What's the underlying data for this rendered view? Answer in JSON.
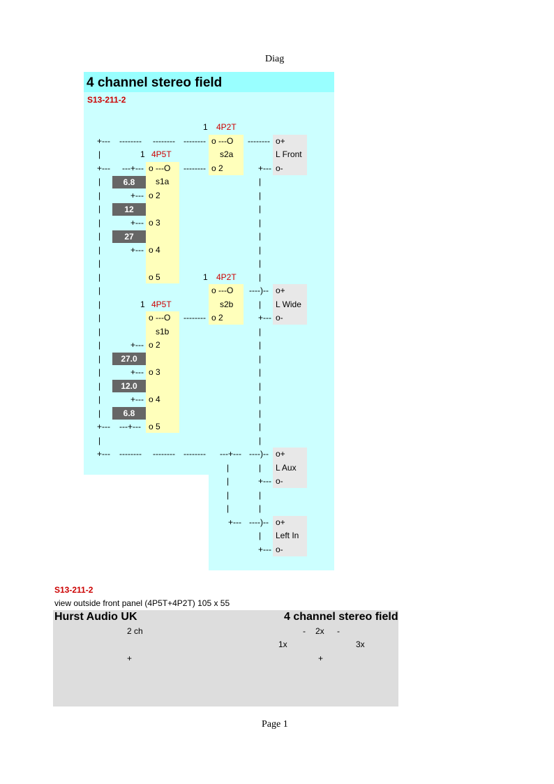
{
  "header": {
    "title": "Diag"
  },
  "diagram": {
    "title": "4 channel stereo field",
    "code": "S13-211-2",
    "switches": {
      "s2a": {
        "num": "1",
        "type": "4P2T",
        "name": "s2a",
        "pole1": "o ---O",
        "pole2": "o 2"
      },
      "s1a": {
        "num": "1",
        "type": "4P5T",
        "name": "s1a",
        "pole1": "o ---O",
        "p2": "o 2",
        "p3": "o 3",
        "p4": "o 4",
        "p5": "o 5"
      },
      "s2b": {
        "num": "1",
        "type": "4P2T",
        "name": "s2b",
        "pole1": "o ---O",
        "pole2": "o 2"
      },
      "s1b": {
        "num": "1",
        "type": "4P5T",
        "name": "s1b",
        "pole1": "o ---O",
        "p2": "o 2",
        "p3": "o 3",
        "p4": "o 4",
        "p5": "o 5"
      }
    },
    "resistors_a": [
      "6.8",
      "12",
      "27"
    ],
    "resistors_b": [
      "27.0",
      "12.0",
      "6.8"
    ],
    "outputs": [
      {
        "plus": "o+",
        "label": "L Front",
        "minus": "o-"
      },
      {
        "plus": "o+",
        "label": "L Wide",
        "minus": "o-"
      },
      {
        "plus": "o+",
        "label": "L Aux",
        "minus": "o-"
      },
      {
        "plus": "o+",
        "label": "Left In",
        "minus": "o-"
      }
    ],
    "wires": {
      "plus": "+---",
      "pipe": "|",
      "dash": "--------",
      "plusdash": "---+---",
      "cross": "---+---",
      "tap": "+---",
      "join": "----)--",
      "join_short": "---)--"
    }
  },
  "panel_info": {
    "code": "S13-211-2",
    "caption": "view outside front panel (4P5T+4P2T) 105 x 55",
    "brand": "Hurst Audio UK",
    "product": "4 channel stereo field",
    "label_2ch": "2 ch",
    "dot": "-",
    "label_2x": "2x",
    "label_1x": "1x",
    "label_3x": "3x",
    "plus": "+"
  },
  "footer": {
    "page": "Page 1"
  }
}
